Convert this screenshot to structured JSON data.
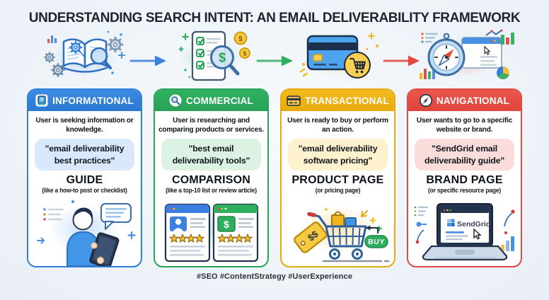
{
  "title": "UNDERSTANDING SEARCH INTENT: AN EMAIL DELIVERABILITY FRAMEWORK",
  "footer": {
    "hashtags": "#SEO #ContentStrategy #UserExperience"
  },
  "glyphs": {
    "dollar": "$",
    "double_dollar": "$$"
  },
  "arrows": [
    {
      "name": "flow-arrow-1",
      "color": "#3b82e0"
    },
    {
      "name": "flow-arrow-2",
      "color": "#2fae5e"
    },
    {
      "name": "flow-arrow-3",
      "color": "#e8473f"
    }
  ],
  "columns": [
    {
      "label": "INFORMATIONAL",
      "header_icon": "book-icon",
      "top_illustration": "book-gears-magnifier-illustration",
      "description": "User is seeking information or knowledge.",
      "query": "\"email deliverability best practices\"",
      "content_type": "GUIDE",
      "content_note": "(like a how-to post or checklist)",
      "bottom_illustration": "person-reading-tablet-illustration",
      "colors": {
        "accent": "#2e7fd9",
        "header": "#3d8ce2",
        "header_deep": "#2878d2",
        "pill_bg": "#d9e9fb",
        "glow": "rgba(74,144,226,0.28)"
      }
    },
    {
      "label": "COMMERCIAL",
      "header_icon": "magnifier-icon",
      "top_illustration": "checklist-price-magnifier-illustration",
      "description": "User is researching and comparing products or services.",
      "query": "\"best email deliverability tools\"",
      "content_type": "COMPARISON",
      "content_note": "(like a top-10 list or review article)",
      "bottom_illustration": "comparison-browser-cards-illustration",
      "colors": {
        "accent": "#27a35a",
        "header": "#31b161",
        "header_deep": "#28a156",
        "pill_bg": "#dcf2e3",
        "glow": "rgba(47,174,94,0.26)"
      }
    },
    {
      "label": "TRANSACTIONAL",
      "header_icon": "credit-card-icon",
      "top_illustration": "credit-card-cart-illustration",
      "description": "User is ready to buy or perform an action.",
      "query": "\"email deliverability software pricing\"",
      "content_type": "PRODUCT PAGE",
      "content_note": "(or pricing page)",
      "bottom_illustration": "shopping-cart-buy-illustration",
      "buy_button_label": "BUY",
      "colors": {
        "accent": "#e4ac10",
        "header": "#f2ba1e",
        "header_deep": "#e9ab0c",
        "pill_bg": "#fdf2cd",
        "glow": "rgba(242,190,48,0.38)"
      }
    },
    {
      "label": "NAVIGATIONAL",
      "header_icon": "compass-icon",
      "top_illustration": "compass-browser-charts-illustration",
      "description": "User wants to go to a specific website or brand.",
      "query": "\"SendGrid email deliverability guide\"",
      "content_type": "BRAND PAGE",
      "content_note": "(or specific resource page)",
      "bottom_illustration": "laptop-sendgrid-illustration",
      "brand_name": "SendGrid",
      "colors": {
        "accent": "#df4a41",
        "header": "#ea564d",
        "header_deep": "#df453c",
        "pill_bg": "#fadcda",
        "glow": "rgba(231,76,60,0.30)"
      }
    }
  ]
}
